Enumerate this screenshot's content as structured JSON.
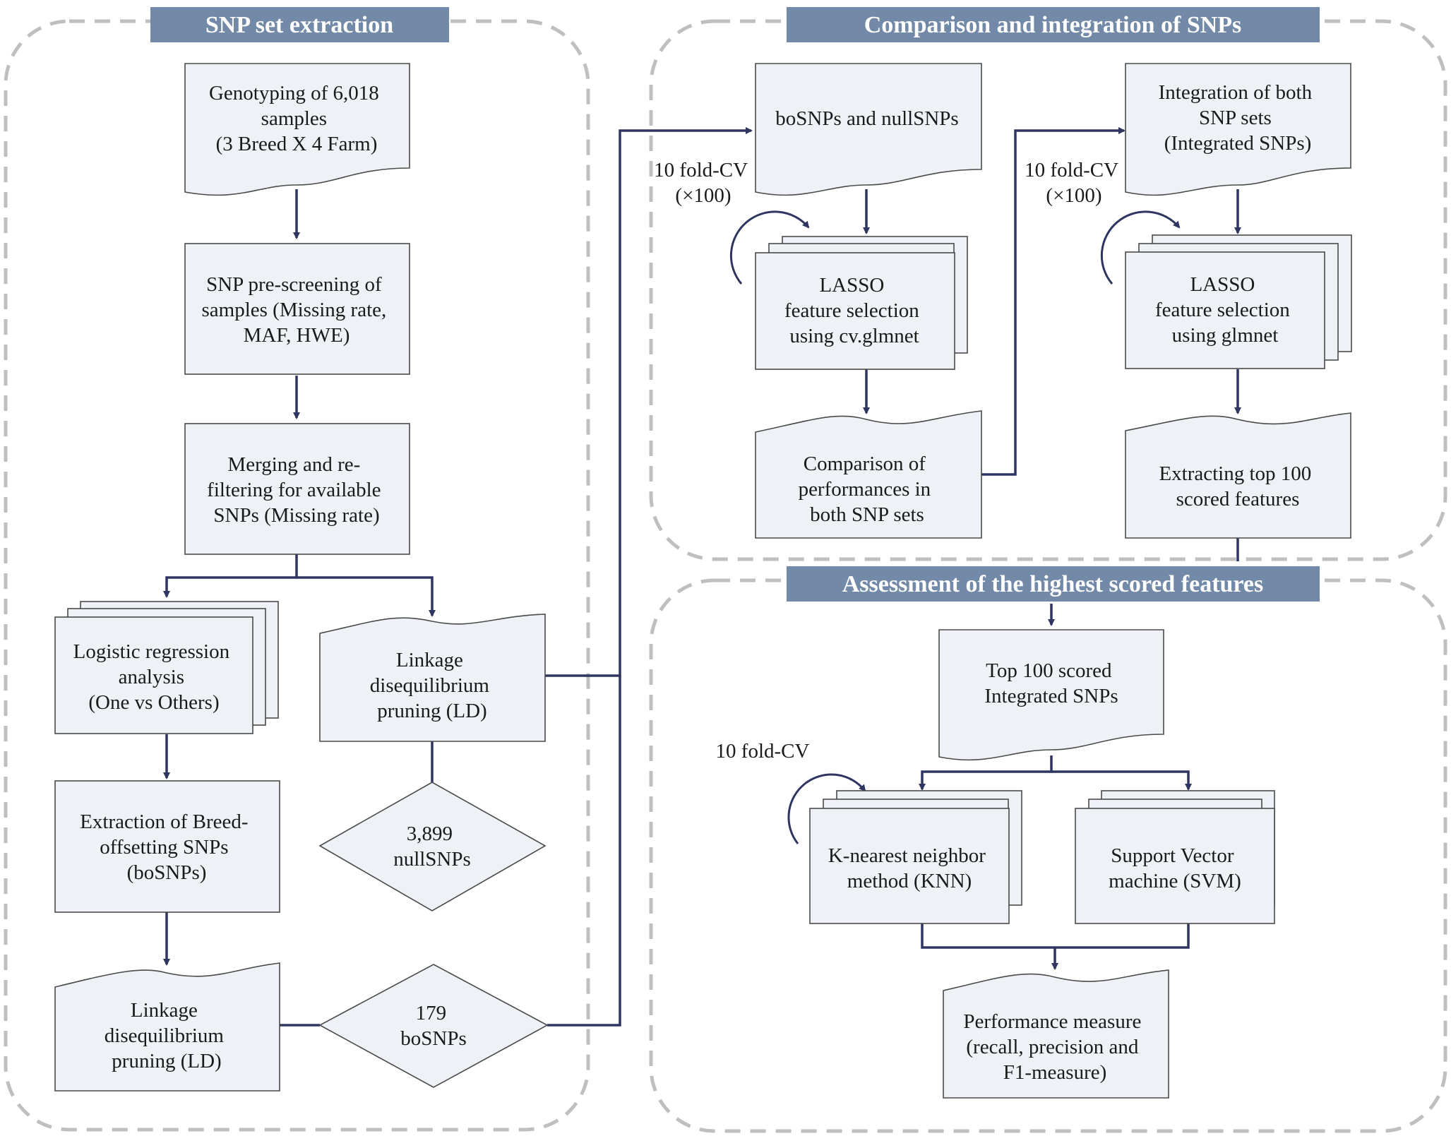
{
  "panels": {
    "snp_extraction": {
      "title": "SNP set extraction"
    },
    "comparison": {
      "title": "Comparison and integration of SNPs"
    },
    "assessment": {
      "title": "Assessment of the highest scored features"
    }
  },
  "nodes": {
    "genotyping": [
      "Genotyping of 6,018",
      "samples",
      "(3 Breed X 4 Farm)"
    ],
    "prescreening": [
      "SNP pre-screening of",
      "samples (Missing rate,",
      "MAF, HWE)"
    ],
    "merging": [
      "Merging and re-",
      "filtering for available",
      "SNPs (Missing rate)"
    ],
    "logistic": [
      "Logistic regression",
      "analysis",
      "(One vs Others)"
    ],
    "ld_top": [
      "Linkage",
      "disequilibrium",
      "pruning (LD)"
    ],
    "nullsnps": [
      "3,899",
      "nullSNPs"
    ],
    "extraction": [
      "Extraction  of Breed-",
      "offsetting SNPs",
      "(boSNPs)"
    ],
    "ld_bottom": [
      "Linkage",
      "disequilibrium",
      "pruning (LD)"
    ],
    "bosnps": [
      "179",
      "boSNPs"
    ],
    "bosnps_null": [
      "boSNPs and nullSNPs"
    ],
    "lasso_cv": [
      "LASSO",
      "feature selection",
      "using cv.glmnet"
    ],
    "comparison_perf": [
      "Comparison of",
      "performances in",
      "both SNP sets"
    ],
    "integration": [
      "Integration of both",
      "SNP sets",
      "(Integrated SNPs)"
    ],
    "lasso_glm": [
      "LASSO",
      "feature selection",
      "using glmnet"
    ],
    "extract_top": [
      "Extracting top 100",
      "scored features"
    ],
    "top100": [
      "Top 100 scored",
      "Integrated SNPs"
    ],
    "knn": [
      "K-nearest neighbor",
      "method (KNN)"
    ],
    "svm": [
      "Support Vector",
      "machine (SVM)"
    ],
    "performance": [
      "Performance measure",
      "(recall, precision and",
      "F1-measure)"
    ]
  },
  "cv_labels": {
    "cv1": [
      "10 fold-CV",
      "(×100)"
    ],
    "cv2": [
      "10 fold-CV",
      "(×100)"
    ],
    "cv3": [
      "10 fold-CV"
    ]
  },
  "colors": {
    "title_bar": "#7389a8",
    "box_fill": "#eef2f7",
    "arrow": "#2e3560",
    "panel_border": "#bfbfbf"
  }
}
